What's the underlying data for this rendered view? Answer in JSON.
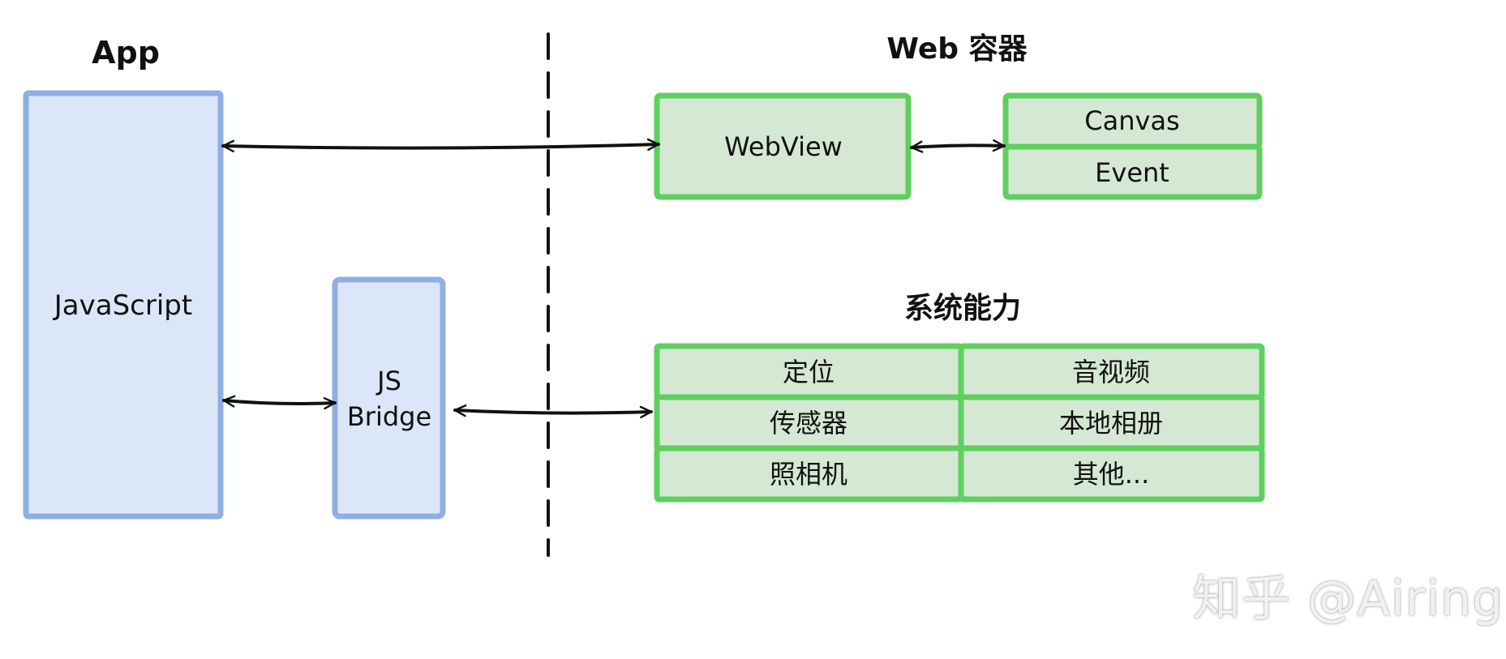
{
  "headings": {
    "app": "App",
    "web_container": "Web 容器",
    "system_abilities": "系统能力"
  },
  "boxes": {
    "javascript": "JavaScript",
    "js_bridge_line1": "JS",
    "js_bridge_line2": "Bridge",
    "webview": "WebView",
    "canvas": "Canvas",
    "event": "Event"
  },
  "abilities": {
    "location": "定位",
    "audio_video": "音视频",
    "sensor": "传感器",
    "local_album": "本地相册",
    "camera": "照相机",
    "other": "其他..."
  },
  "watermark": "知乎 @Airing",
  "colors": {
    "blue_fill": "#dbe6f8",
    "blue_stroke": "#8fafe3",
    "green_fill": "#d5e8d4",
    "green_stroke": "#5fcf5f",
    "line": "#111111"
  }
}
